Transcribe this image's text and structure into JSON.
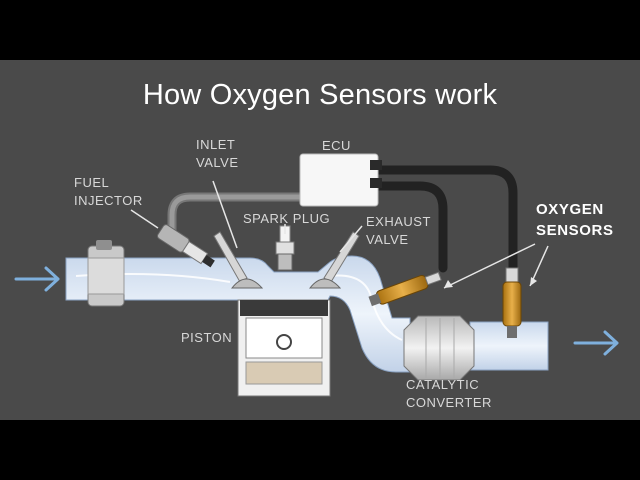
{
  "title": "How Oxygen Sensors work",
  "labels": {
    "ecu": "ECU",
    "inlet_valve": [
      "INLET",
      "VALVE"
    ],
    "fuel_injector": [
      "FUEL",
      "INJECTOR"
    ],
    "spark_plug": "SPARK PLUG",
    "exhaust_valve": [
      "EXHAUST",
      "VALVE"
    ],
    "oxygen_sensors": [
      "OXYGEN",
      "SENSORS"
    ],
    "piston": "PISTON",
    "catalytic_converter": [
      "CATALYTIC",
      "CONVERTER"
    ]
  },
  "colors": {
    "background": "#4a4a4a",
    "letterbox": "#000000",
    "pipe_fill": "#dfe9f6",
    "arrow": "#7fb0dd",
    "sensor": "#c98a1e",
    "wire": "#2a2a2a"
  }
}
